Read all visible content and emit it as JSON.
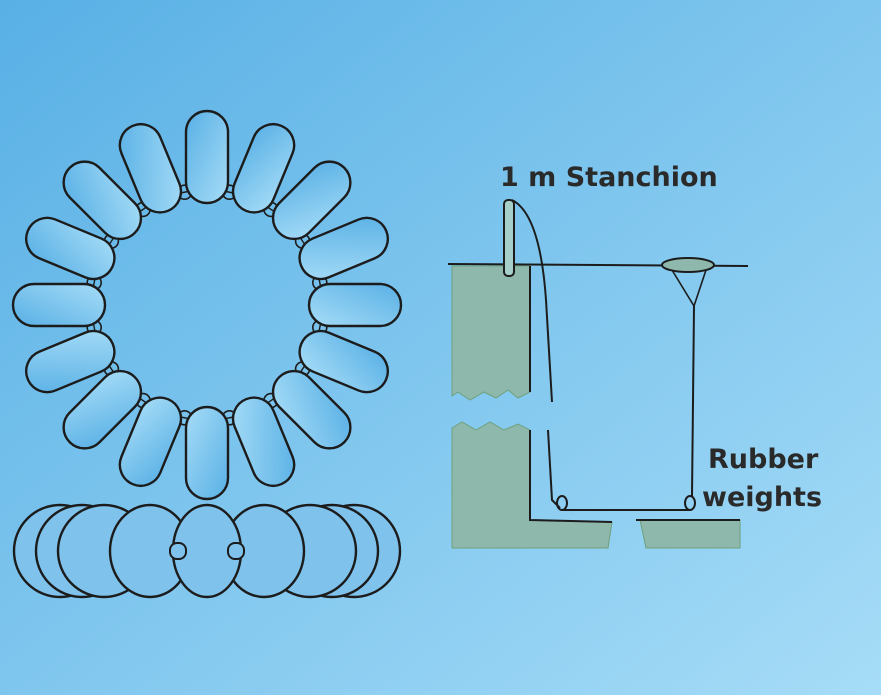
{
  "labels": {
    "stanchion": "1 m Stanchion",
    "rubber": "Rubber",
    "weights": "weights"
  },
  "colors": {
    "background_top": "#58b0e5",
    "background_bottom": "#a6dcf7",
    "line": "#1c1c1c",
    "wall_fill": "#8fb8ad",
    "wall_edge": "#6fa07c",
    "text": "#2a2a2a"
  },
  "ring": {
    "float_count": 16
  }
}
